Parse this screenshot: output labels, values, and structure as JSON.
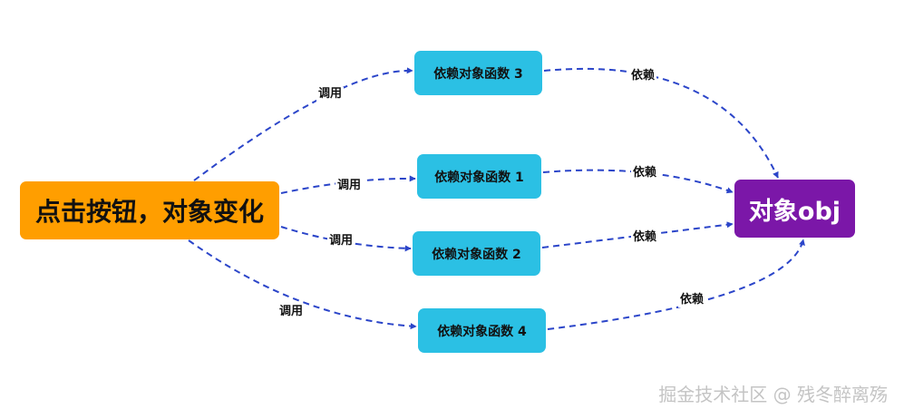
{
  "diagram": {
    "source": "点击按钮，对象变化",
    "target": "对象obj",
    "functions": [
      "依赖对象函数 3",
      "依赖对象函数 1",
      "依赖对象函数 2",
      "依赖对象函数 4"
    ],
    "call_label": "调用",
    "depend_label": "依赖",
    "colors": {
      "source_fill": "#FF9E00",
      "target_fill": "#7B17A8",
      "function_fill": "#2BC0E4",
      "arrow_stroke": "#2B45C9"
    }
  },
  "watermark": "掘金技术社区 @ 残冬醉离殇"
}
